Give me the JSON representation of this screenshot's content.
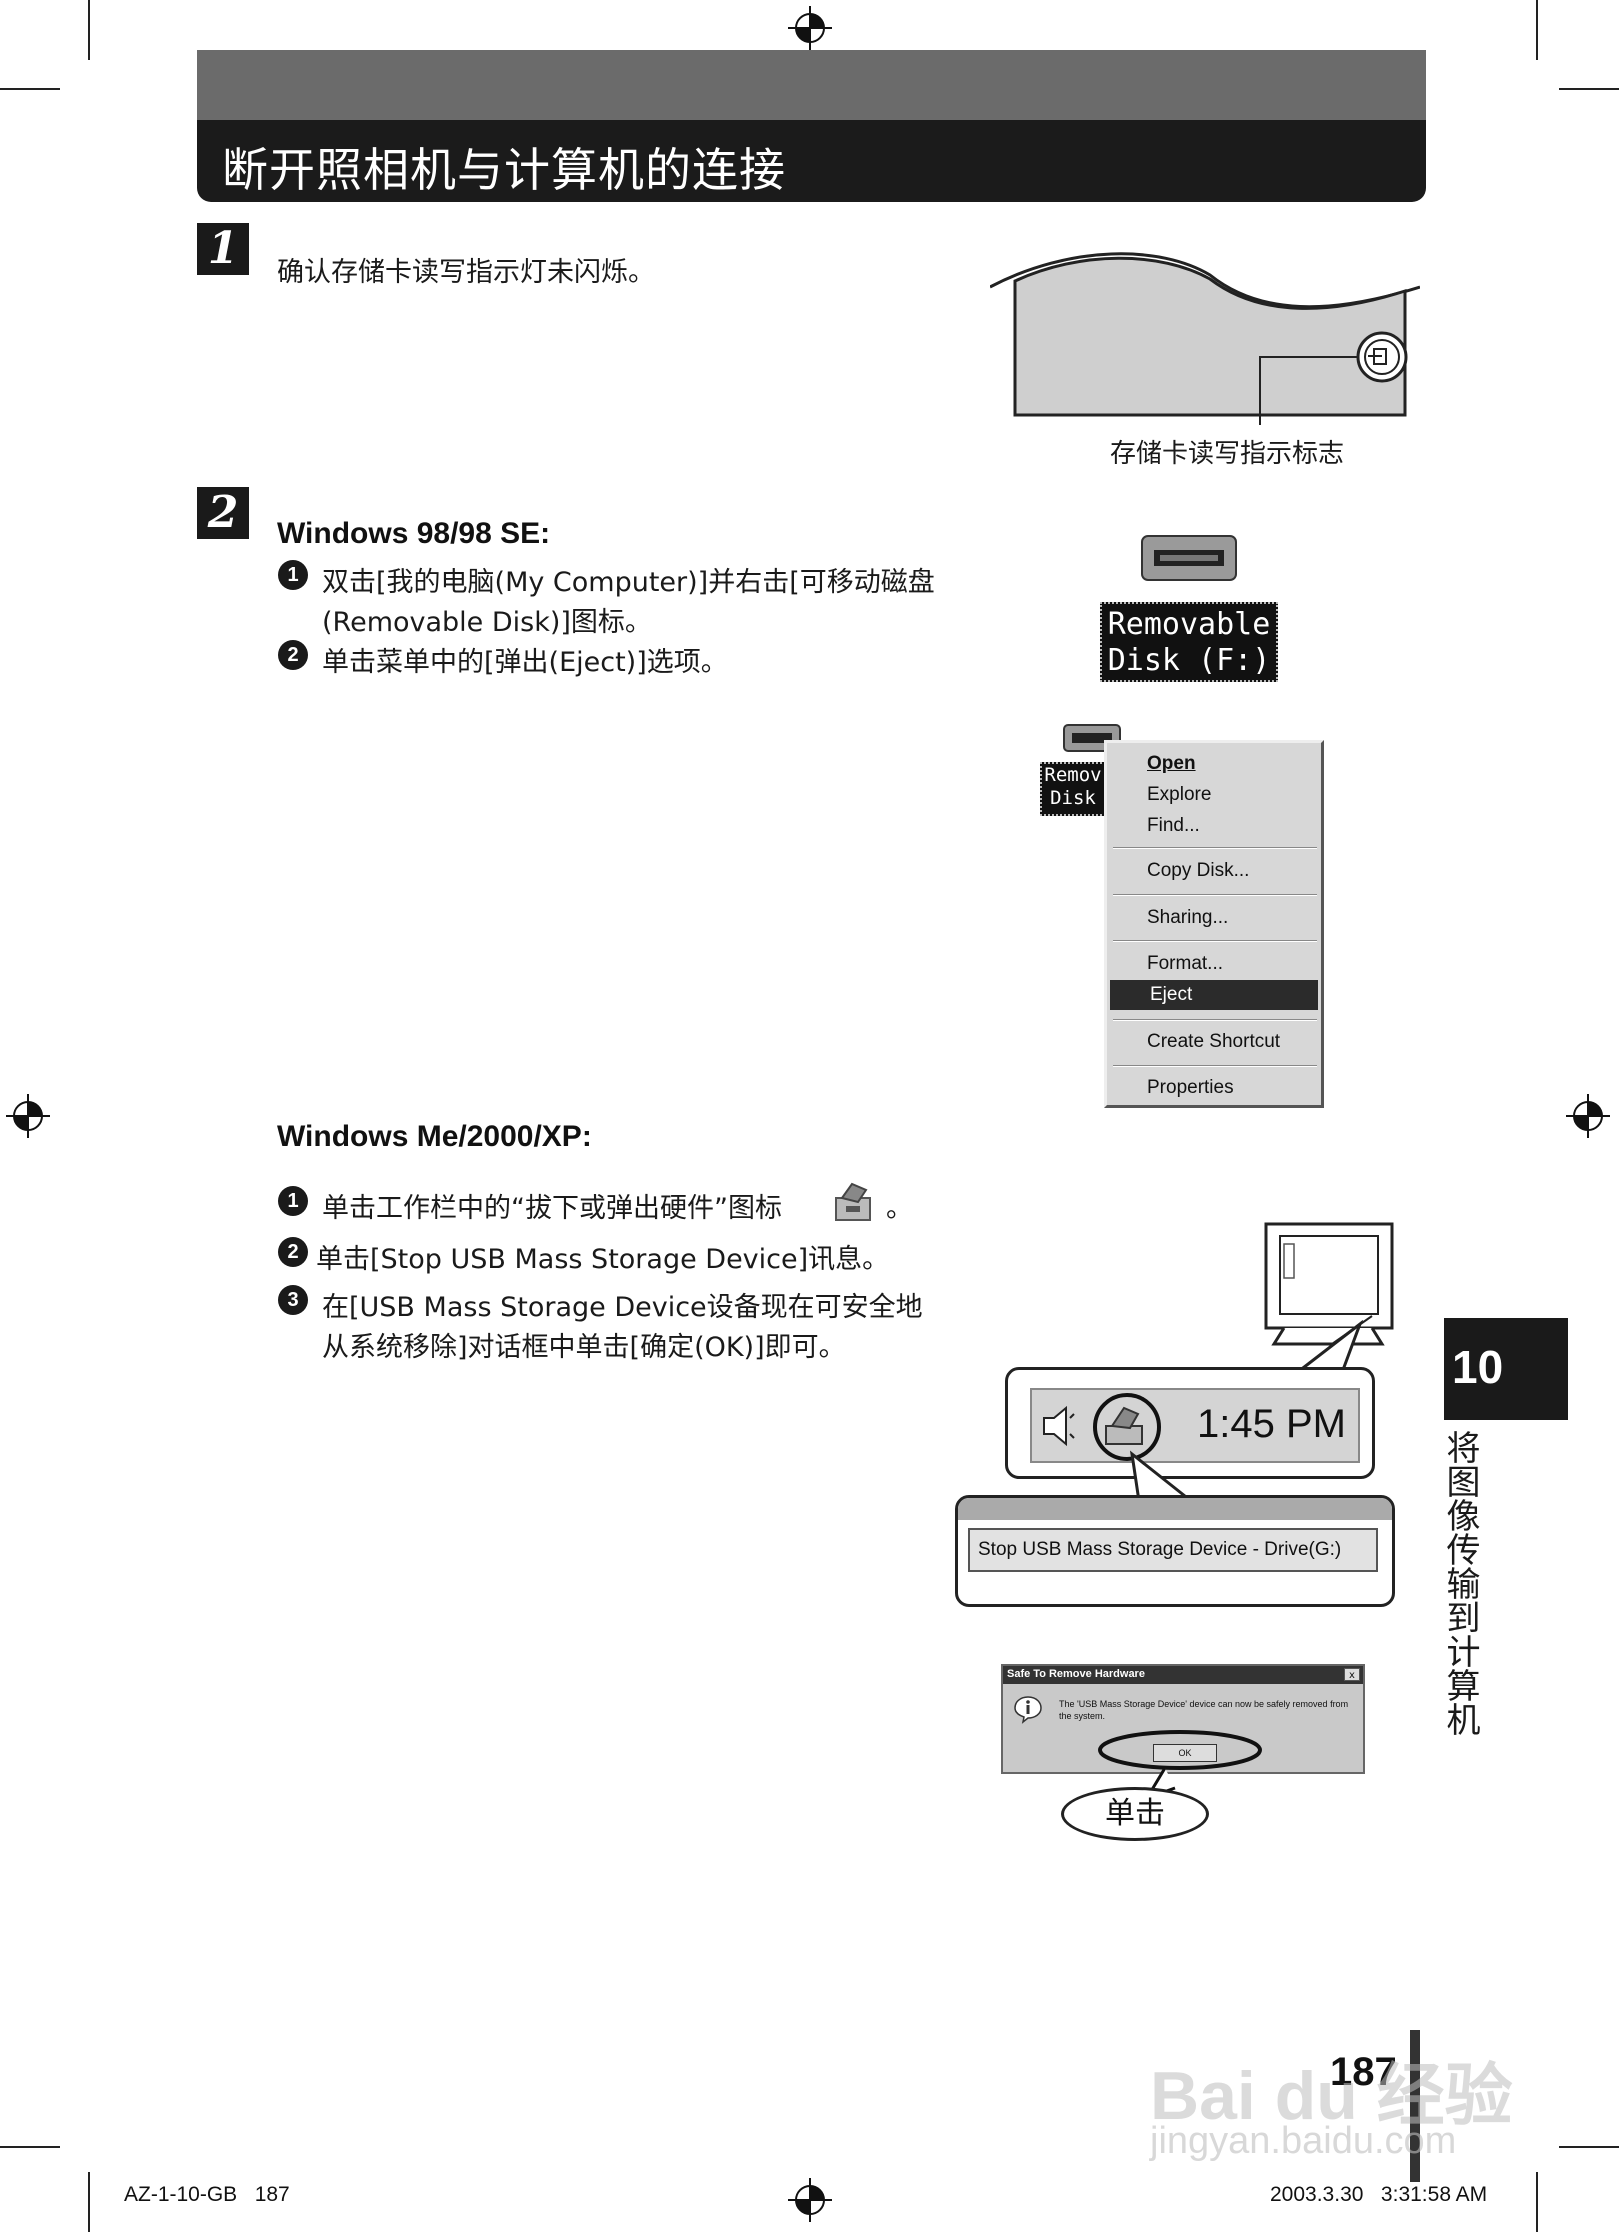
{
  "title": "断开照相机与计算机的连接",
  "step1": {
    "number": "1",
    "text": "确认存储卡读写指示灯未闪烁。",
    "figure_label": "存储卡读写指示标志"
  },
  "step2": {
    "number": "2",
    "win98": {
      "heading": "Windows 98/98 SE:",
      "items": [
        {
          "n": "1",
          "line1": "双击[我的电脑(My Computer)]并右击[可移动磁盘",
          "line2": "(Removable Disk)]图标。"
        },
        {
          "n": "2",
          "line1": "单击菜单中的[弹出(Eject)]选项。"
        }
      ],
      "disk_label_line1": "Removable",
      "disk_label_line2": "Disk (F:)",
      "small_disk_line1": "Remov",
      "small_disk_line2": "Disk",
      "menu": [
        "Open",
        "Explore",
        "Find...",
        "Copy Disk...",
        "Sharing...",
        "Format...",
        "Eject",
        "Create Shortcut",
        "Properties"
      ],
      "selected": "Eject"
    },
    "winme": {
      "heading": "Windows Me/2000/XP:",
      "items": [
        {
          "n": "1",
          "line1": "单击工作栏中的“拔下或弹出硬件”图标",
          "suffix": "。"
        },
        {
          "n": "2",
          "line1": "单击[Stop USB Mass Storage Device]讯息。"
        },
        {
          "n": "3",
          "line1": "在[USB Mass Storage Device设备现在可安全地",
          "line2": "从系统移除]对话框中单击[确定(OK)]即可。"
        }
      ],
      "clock": "1:45 PM",
      "stop_message": "Stop USB Mass Storage Device - Drive(G:)",
      "dialog_title": "Safe To Remove Hardware",
      "dialog_close": "x",
      "dialog_message": "The 'USB Mass Storage Device' device can now be safely removed from the system.",
      "dialog_ok": "OK",
      "click_label": "单击"
    }
  },
  "side_tab": {
    "number": "10",
    "text": "将图像传输到计算机"
  },
  "page_number": "187",
  "footer": {
    "left": "AZ-1-10-GB   187",
    "right": "2003.3.30   3:31:58 AM"
  },
  "watermark": {
    "brand": "Bai du 经验",
    "url": "jingyan.baidu.com"
  }
}
